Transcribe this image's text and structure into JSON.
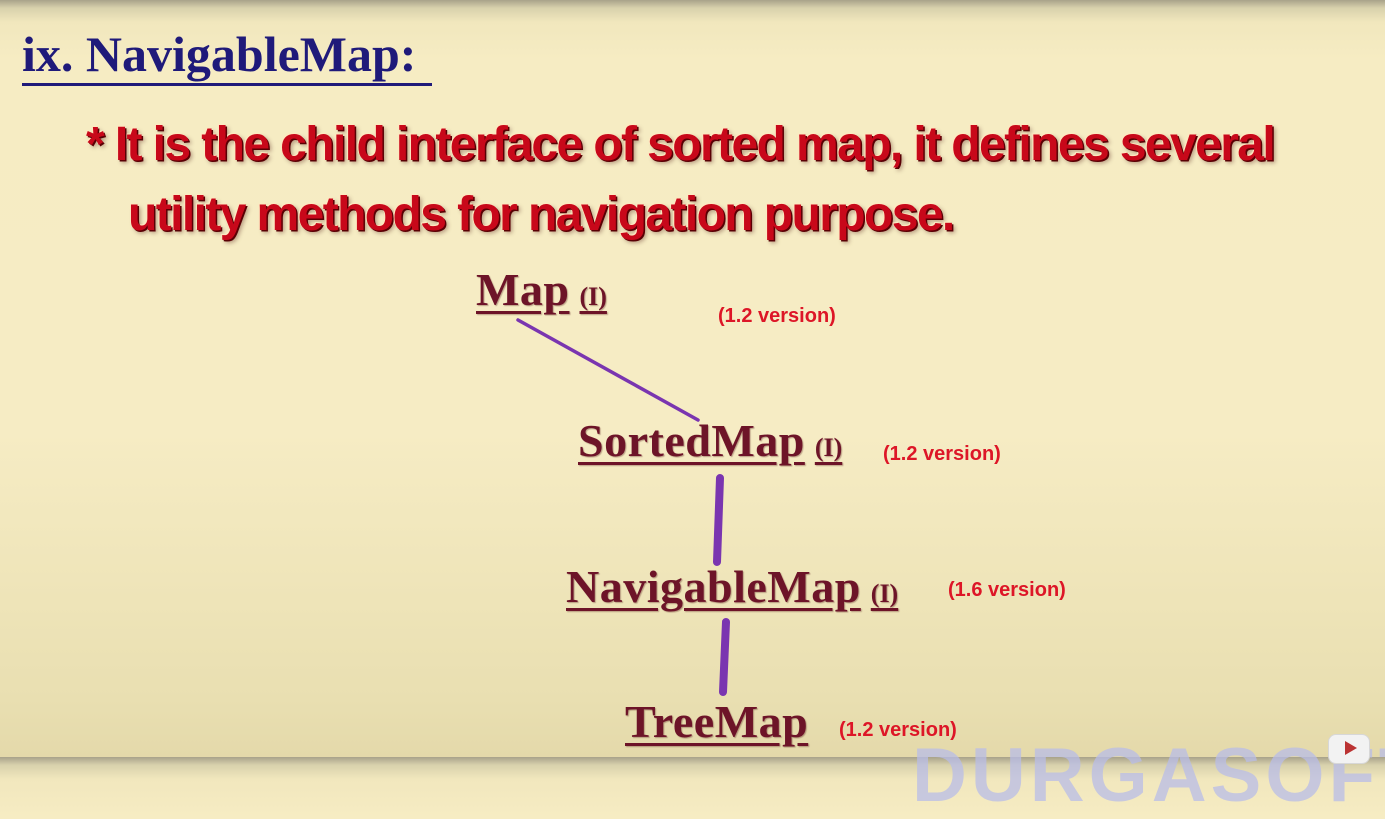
{
  "slide": {
    "title": "ix. NavigableMap:",
    "bullet_line_1": "* It is the child interface of sorted map, it defines several",
    "bullet_line_2": "utility methods for navigation purpose."
  },
  "hierarchy": [
    {
      "name": "Map",
      "kind": "(I)",
      "version": "(1.2 version)"
    },
    {
      "name": "SortedMap",
      "kind": "(I)",
      "version": "(1.2 version)"
    },
    {
      "name": "NavigableMap",
      "kind": "(I)",
      "version": "(1.6 version)"
    },
    {
      "name": "TreeMap",
      "kind": "",
      "version": "(1.2 version)"
    }
  ],
  "watermark": "DURGASOFT",
  "colors": {
    "title": "#1f1a7a",
    "bullet_text": "#c8081a",
    "node_text": "#6d1428",
    "version_text": "#dd1627",
    "connector": "#7a35b0",
    "watermark": "#b9bde8"
  },
  "icons": [
    "play-logo-icon"
  ]
}
